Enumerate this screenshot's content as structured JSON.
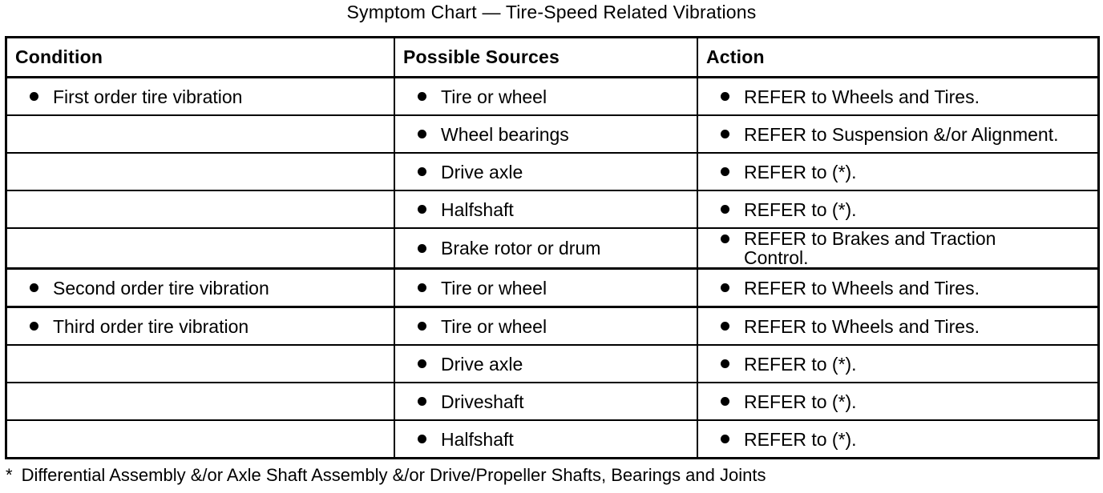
{
  "title": "Symptom Chart — Tire-Speed Related Vibrations",
  "colors": {
    "ink": "#000000",
    "paper": "#ffffff"
  },
  "icons": {
    "bullet": "filled-circle"
  },
  "table": {
    "headers": {
      "condition": "Condition",
      "sources": "Possible Sources",
      "action": "Action"
    },
    "rows": [
      {
        "condition": "First order tire vibration",
        "source": "Tire or wheel",
        "action": "REFER to Wheels and Tires."
      },
      {
        "condition": "",
        "source": "Wheel bearings",
        "action": "REFER to Suspension &/or Alignment."
      },
      {
        "condition": "",
        "source": "Drive axle",
        "action": "REFER to (*)."
      },
      {
        "condition": "",
        "source": "Halfshaft",
        "action": "REFER to (*)."
      },
      {
        "condition": "",
        "source": "Brake rotor or drum",
        "action": "REFER to Brakes and Traction\nControl."
      },
      {
        "condition": "Second order tire vibration",
        "source": "Tire or wheel",
        "action": "REFER to Wheels and Tires."
      },
      {
        "condition": "Third order tire vibration",
        "source": "Tire or wheel",
        "action": "REFER to Wheels and Tires."
      },
      {
        "condition": "",
        "source": "Drive axle",
        "action": "REFER to (*)."
      },
      {
        "condition": "",
        "source": "Driveshaft",
        "action": "REFER to (*)."
      },
      {
        "condition": "",
        "source": "Halfshaft",
        "action": "REFER to (*)."
      }
    ]
  },
  "footnote": {
    "marker": "*",
    "text": "Differential Assembly &/or Axle Shaft Assembly &/or Drive/Propeller Shafts, Bearings and Joints"
  }
}
